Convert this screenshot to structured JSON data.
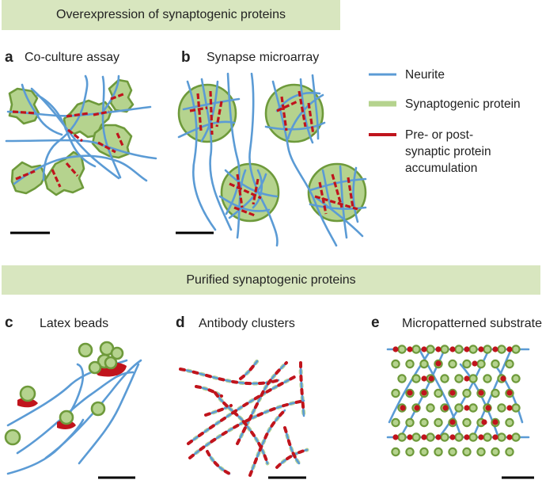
{
  "banners": {
    "top": "Overexpression of synaptogenic proteins",
    "bottom": "Purified synaptogenic proteins"
  },
  "panels": {
    "a": {
      "letter": "a",
      "title": "Co-culture assay"
    },
    "b": {
      "letter": "b",
      "title": "Synapse microarray"
    },
    "c": {
      "letter": "c",
      "title": "Latex beads"
    },
    "d": {
      "letter": "d",
      "title": "Antibody clusters"
    },
    "e": {
      "letter": "e",
      "title": "Micropatterned substrate"
    }
  },
  "legend": {
    "neurite": "Neurite",
    "protein": "Synaptogenic protein",
    "accum_1": "Pre- or post-",
    "accum_2": "synaptic protein",
    "accum_3": "accumulation"
  },
  "colors": {
    "neurite": "#5b9bd5",
    "protein_fill": "#b5d38e",
    "protein_edge": "#6e9a3b",
    "accumulation": "#c0141c",
    "banner": "#d8e6bf",
    "scalebar": "#000000"
  }
}
